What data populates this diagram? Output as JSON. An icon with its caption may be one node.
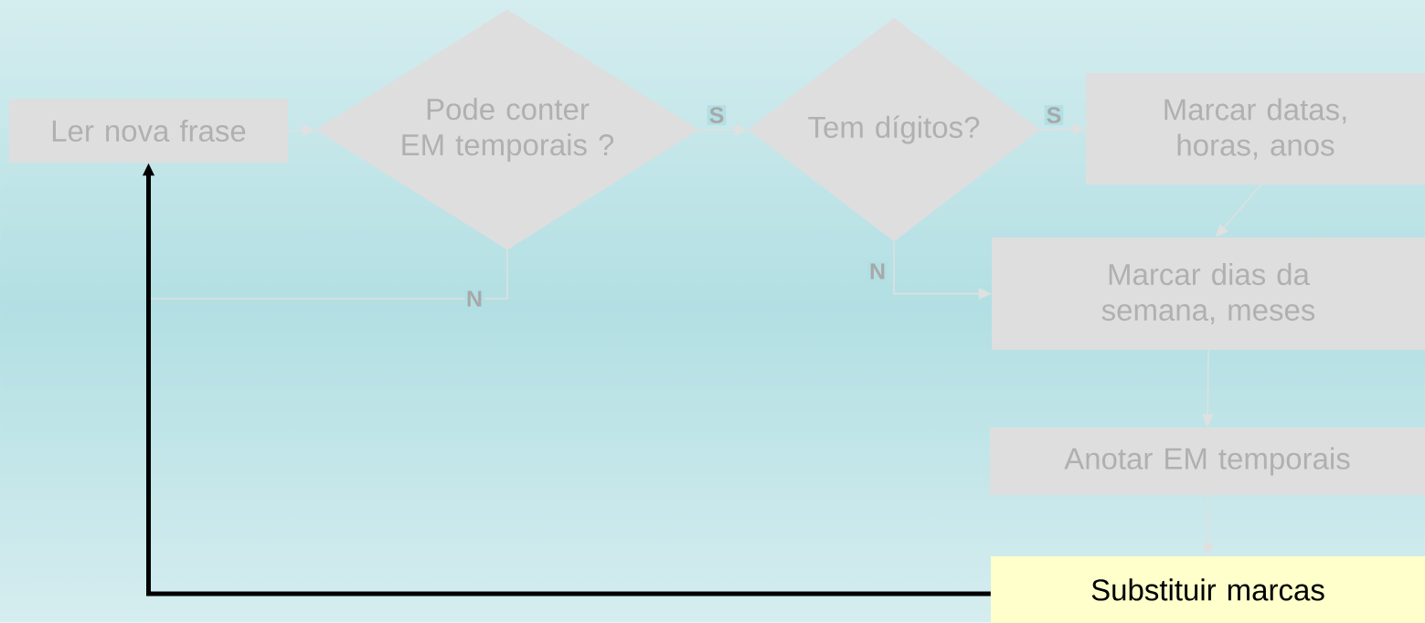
{
  "diagram": {
    "nodes": [
      {
        "text": [
          "Ler nova frase"
        ]
      },
      {
        "text": [
          "Pode conter EM temporais ?"
        ]
      },
      {
        "text": [
          "Tem dígitos?"
        ]
      },
      {
        "text": [
          "Marcar datas, horas, anos"
        ]
      },
      {
        "text": [
          "Marcar dias da semana, meses"
        ]
      },
      {
        "text": [
          "Anotar EM temporais"
        ]
      },
      {
        "text": [
          "Substituir marcas"
        ]
      }
    ],
    "edges": [
      {
        "from": 0,
        "to": 1,
        "arrow": "to"
      },
      {
        "from": 1,
        "to": 2,
        "arrow": "to",
        "label": "S"
      },
      {
        "from": 2,
        "to": 3,
        "arrow": "to",
        "label": "S"
      },
      {
        "from": 3,
        "to": 4,
        "arrow": "to"
      },
      {
        "from": 2,
        "to": 4,
        "arrow": "to",
        "label": "N"
      },
      {
        "from": 1,
        "to": 0,
        "arrow": "to",
        "label": "N"
      },
      {
        "from": 4,
        "to": 5,
        "arrow": "to"
      },
      {
        "from": 5,
        "to": 6,
        "arrow": "to"
      },
      {
        "from": 6,
        "to": 0,
        "arrow": "to",
        "style": "thick",
        "color": "#000000"
      }
    ]
  }
}
